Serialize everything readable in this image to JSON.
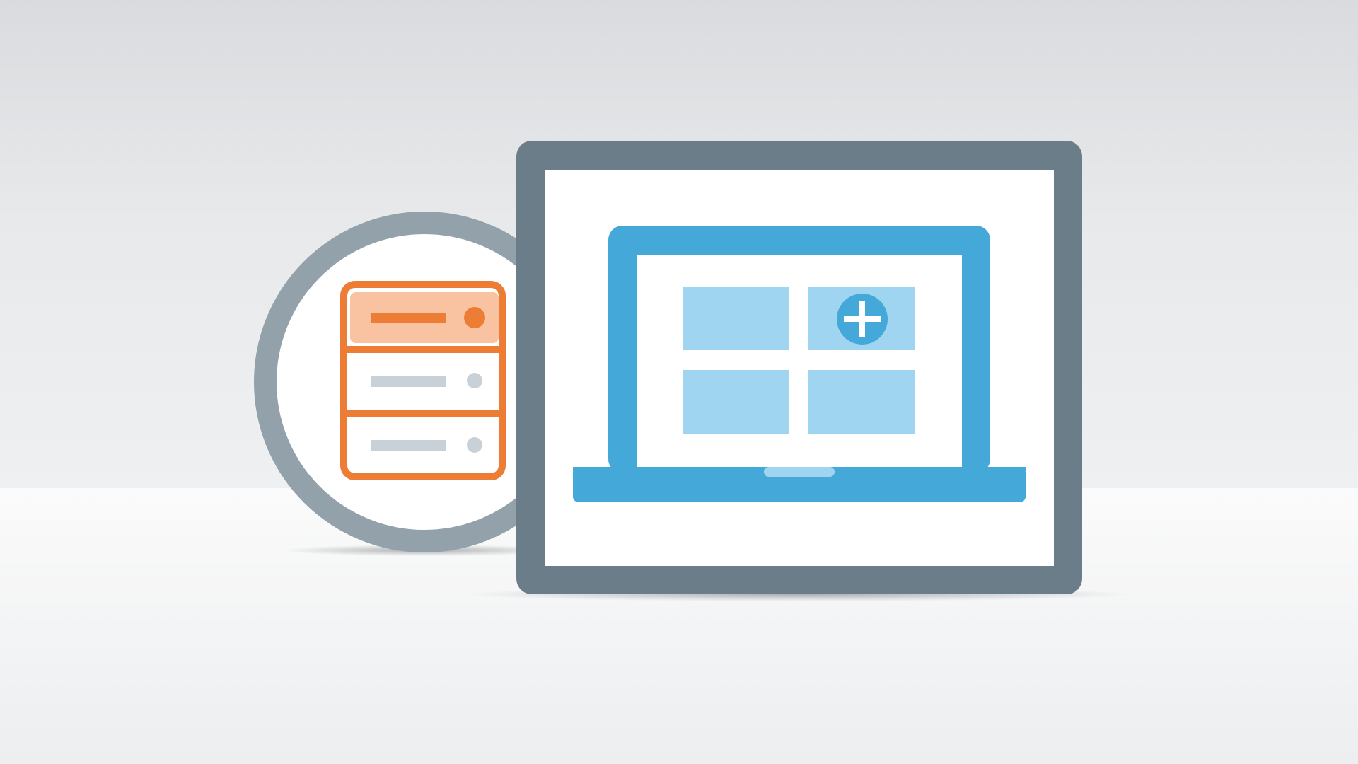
{
  "scene": {
    "description_free": true,
    "colors": {
      "wall": "#e6e7e9",
      "floor": "#f5f6f7",
      "circle_ring": "#93a1ab",
      "circle_fill": "#ffffff",
      "server_outline": "#ed7d35",
      "server_active_fill": "#f9c3a1",
      "server_idle_bar": "#c8d1d8",
      "monitor_frame": "#6b7d89",
      "laptop_blue": "#44a8d8",
      "tile_light_blue": "#a0d5f1",
      "plus_badge": "#44a8d8"
    }
  },
  "server_rack": {
    "icon": "server-rack-icon",
    "units": [
      {
        "state": "active"
      },
      {
        "state": "idle"
      },
      {
        "state": "idle"
      }
    ]
  },
  "monitor": {
    "icon": "monitor-frame-icon",
    "laptop": {
      "icon": "laptop-icon",
      "tiles": [
        {
          "has_plus": false
        },
        {
          "has_plus": true
        },
        {
          "has_plus": false
        },
        {
          "has_plus": false
        }
      ],
      "plus_icon": "add-plus-icon"
    }
  }
}
